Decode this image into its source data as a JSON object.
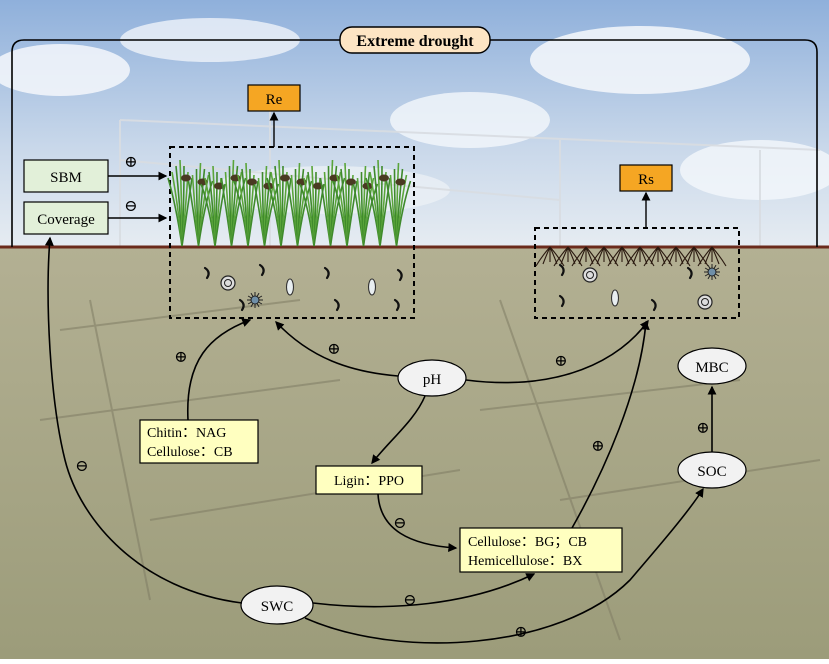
{
  "banner": "Extreme drought",
  "boxes": {
    "re": "Re",
    "rs": "Rs",
    "sbm": "SBM",
    "coverage": "Coverage",
    "chitin": "Chitin：NAG",
    "cellulose_cb": "Cellulose：CB",
    "ligin": "Ligin：PPO",
    "cellulose_bg": "Cellulose：BG；CB",
    "hemicellulose": "Hemicellulose：BX"
  },
  "nodes": {
    "ph": "pH",
    "mbc": "MBC",
    "soc": "SOC",
    "swc": "SWC"
  },
  "signs": {
    "plus": "⊕",
    "minus": "⊖"
  },
  "colors": {
    "sky_top": "#9db8dc",
    "sky_bottom": "#dfe8f2",
    "ground": "#a9a78a",
    "soil_line": "#6b2b1c",
    "green_box": "#e2f0d9",
    "orange_box": "#f5a623",
    "yellow_box": "#ffffc0",
    "banner_fill": "#fde5c4"
  }
}
